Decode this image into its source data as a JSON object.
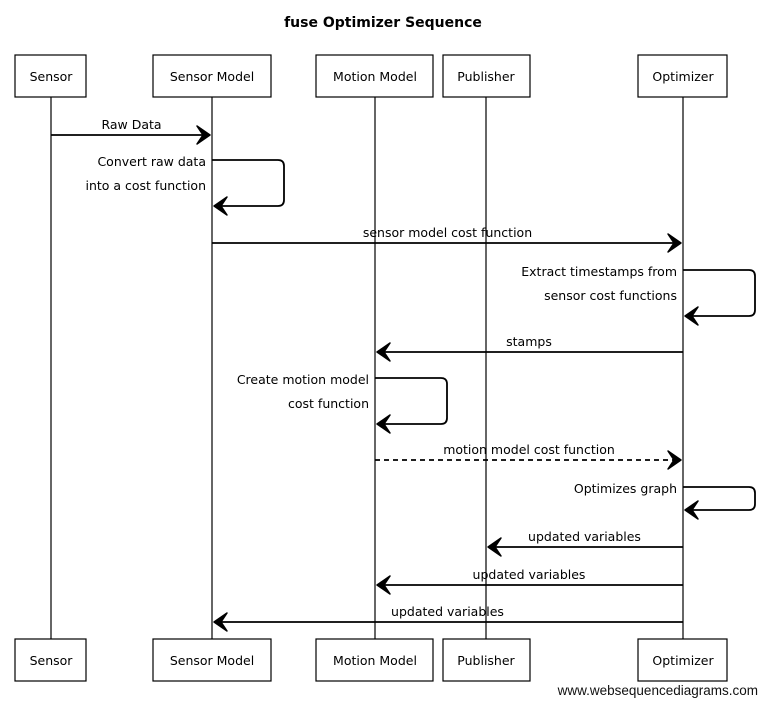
{
  "title": "fuse Optimizer Sequence",
  "credit": "www.websequencediagrams.com",
  "participants": [
    {
      "id": "sensor",
      "label": "Sensor"
    },
    {
      "id": "sensor_model",
      "label": "Sensor Model"
    },
    {
      "id": "motion_model",
      "label": "Motion Model"
    },
    {
      "id": "publisher",
      "label": "Publisher"
    },
    {
      "id": "optimizer",
      "label": "Optimizer"
    }
  ],
  "messages": [
    {
      "from": "sensor",
      "to": "sensor_model",
      "lines": [
        "Raw Data"
      ],
      "style": "solid"
    },
    {
      "from": "sensor_model",
      "to": "sensor_model",
      "lines": [
        "Convert raw data",
        "into a cost function"
      ],
      "style": "solid"
    },
    {
      "from": "sensor_model",
      "to": "optimizer",
      "lines": [
        "sensor model cost function"
      ],
      "style": "solid"
    },
    {
      "from": "optimizer",
      "to": "optimizer",
      "lines": [
        "Extract timestamps from",
        "sensor cost functions"
      ],
      "style": "solid"
    },
    {
      "from": "optimizer",
      "to": "motion_model",
      "lines": [
        "stamps"
      ],
      "style": "solid"
    },
    {
      "from": "motion_model",
      "to": "motion_model",
      "lines": [
        "Create motion model",
        "cost function"
      ],
      "style": "solid"
    },
    {
      "from": "motion_model",
      "to": "optimizer",
      "lines": [
        "motion model cost function"
      ],
      "style": "dashed"
    },
    {
      "from": "optimizer",
      "to": "optimizer",
      "lines": [
        "Optimizes graph"
      ],
      "style": "solid"
    },
    {
      "from": "optimizer",
      "to": "publisher",
      "lines": [
        "updated variables"
      ],
      "style": "solid"
    },
    {
      "from": "optimizer",
      "to": "motion_model",
      "lines": [
        "updated variables"
      ],
      "style": "solid"
    },
    {
      "from": "optimizer",
      "to": "sensor_model",
      "lines": [
        "updated variables"
      ],
      "style": "solid"
    }
  ]
}
